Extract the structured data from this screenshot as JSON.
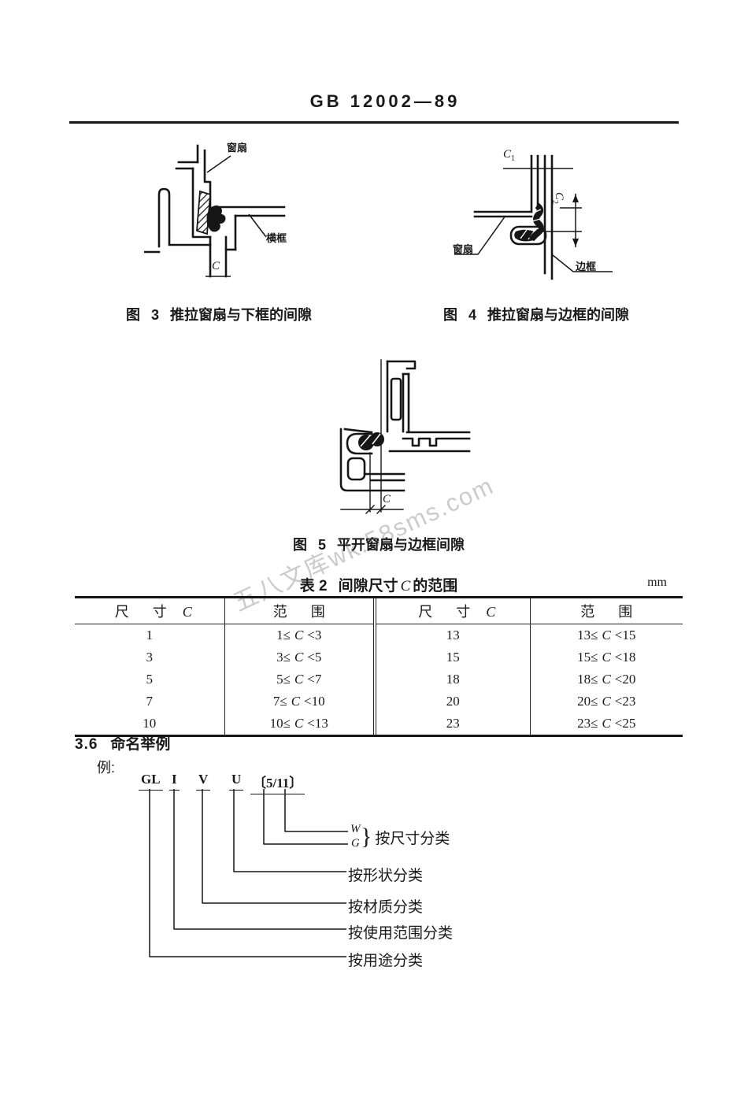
{
  "page": {
    "header_code": "GB 12002—89",
    "watermark": "五八文库wk.58sms.com"
  },
  "figures": {
    "fig3": {
      "caption_prefix": "图",
      "caption_no": "3",
      "caption_text": "推拉窗扇与下框的间隙",
      "label_sash": "窗扇",
      "label_frame": "横框",
      "label_gap": "C"
    },
    "fig4": {
      "caption_prefix": "图",
      "caption_no": "4",
      "caption_text": "推拉窗扇与边框的间隙",
      "label_sash": "窗扇",
      "label_frame": "边框",
      "c1_var": "C",
      "c1_sub": "1",
      "c2_var": "C",
      "c2_sub": "2"
    },
    "fig5": {
      "caption_prefix": "图",
      "caption_no": "5",
      "caption_text": "平开窗扇与边框间隙",
      "label_gap": "C"
    }
  },
  "table": {
    "title_no": "表 2",
    "title_pre": "间隙尺寸",
    "title_var": "C",
    "title_post": "的范围",
    "unit": "mm",
    "headers": [
      [
        "尺",
        "寸",
        "C"
      ],
      [
        "范",
        "围",
        ""
      ],
      [
        "尺",
        "寸",
        "C"
      ],
      [
        "范",
        "围",
        ""
      ]
    ],
    "rows": [
      [
        "1",
        [
          "1≤",
          "C",
          "<3"
        ],
        "13",
        [
          "13≤",
          "C",
          "<15"
        ]
      ],
      [
        "3",
        [
          "3≤",
          "C",
          "<5"
        ],
        "15",
        [
          "15≤",
          "C",
          "<18"
        ]
      ],
      [
        "5",
        [
          "5≤",
          "C",
          "<7"
        ],
        "18",
        [
          "18≤",
          "C",
          "<20"
        ]
      ],
      [
        "7",
        [
          "7≤",
          "C",
          "<10"
        ],
        "20",
        [
          "20≤",
          "C",
          "<23"
        ]
      ],
      [
        "10",
        [
          "10≤",
          "C",
          "<13"
        ],
        "23",
        [
          "23≤",
          "C",
          "<25"
        ]
      ]
    ]
  },
  "naming": {
    "section_no": "3.6",
    "section_title": "命名举例",
    "example_label": "例:",
    "code": [
      "GL",
      "I",
      "V",
      "U",
      "〔5/11〕"
    ],
    "size_w": "W",
    "size_g": "G",
    "size_brace": "}",
    "size_label": "按尺寸分类",
    "branches": [
      "按形状分类",
      "按材质分类",
      "按使用范围分类",
      "按用途分类"
    ]
  }
}
